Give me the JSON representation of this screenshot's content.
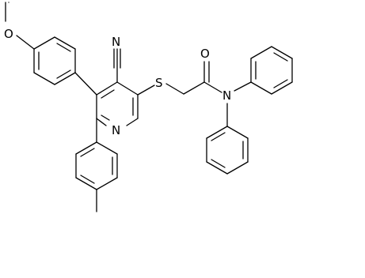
{
  "molecule": {
    "atom_labels": {
      "cyano_nitrogen": "N",
      "methoxy_oxygen": "O",
      "pyridine_nitrogen": "N",
      "thioether_sulfur": "S",
      "carbonyl_oxygen": "O",
      "amide_nitrogen": "N"
    }
  }
}
